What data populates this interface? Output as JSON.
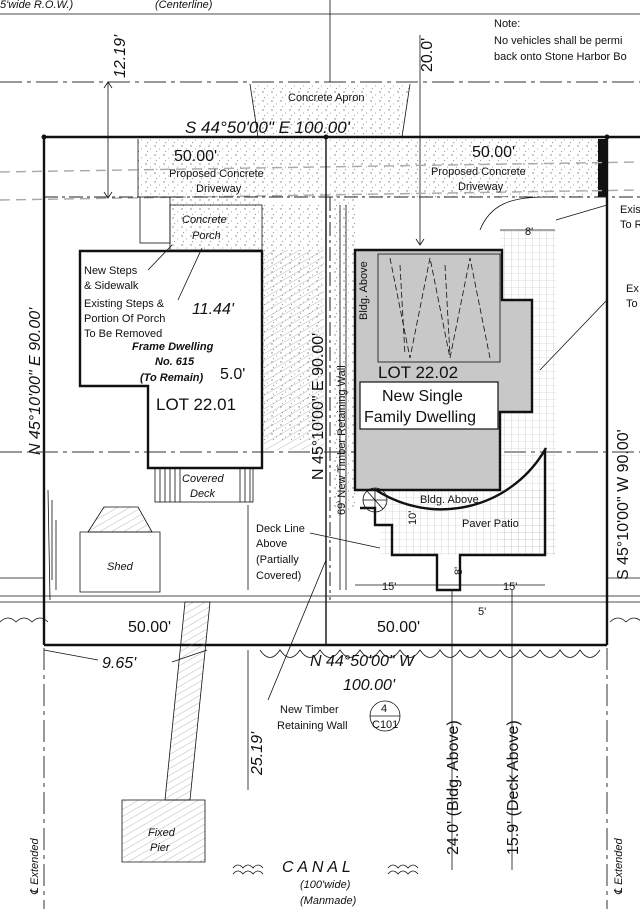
{
  "top_strip": {
    "row_label": "5'wide R.O.W.)",
    "centerline_label": "(Centerline)"
  },
  "note": {
    "title": "Note:",
    "line1": "No vehicles shall be permi",
    "line2": "back onto Stone Harbor Bo"
  },
  "dimensions": {
    "front_setback": "12.19'",
    "apron_depth": "20.0'",
    "west_lot_width_front": "50.00'",
    "east_lot_width_front": "50.00'",
    "west_lot_width_rear": "50.00'",
    "east_lot_width_rear": "50.00'",
    "porch_offset": "11.44'",
    "side_offset": "5.0'",
    "rear_left": "9.65'",
    "rear_setback": "25.19'",
    "patio_depth": "10'",
    "step_depth": "8'",
    "patio_left_width": "15'",
    "patio_right_width": "15'",
    "step_width": "5'",
    "driveway_offset": "8'",
    "bldg_above": "24.0' (Bldg. Above)",
    "deck_above": "15.9' (Deck Above)"
  },
  "bearings": {
    "top": "S 44°50'00\" E    100.00'",
    "bottom_bearing": "N 44°50'00\" W",
    "bottom_distance": "100.00'",
    "left": "N 45°10'00\" E 90.00'",
    "center": "N 45°10'00\" E 90.00'",
    "right": "S 45°10'00\" W 90.00'"
  },
  "labels": {
    "concrete_apron": "Concrete Apron",
    "driveway_line1": "Proposed Concrete",
    "driveway_line2": "Driveway",
    "porch_line1": "Concrete",
    "porch_line2": "Porch",
    "new_steps_line1": "New Steps",
    "new_steps_line2": "& Sidewalk",
    "existing_steps_line1": "Existing Steps &",
    "existing_steps_line2": "Portion Of Porch",
    "existing_steps_line3": "To Be Removed",
    "frame_line1": "Frame Dwelling",
    "frame_line2": "No. 615",
    "frame_line3": "(To Remain)",
    "lot_west": "LOT 22.01",
    "lot_east": "LOT 22.02",
    "new_dwelling_line1": "New Single",
    "new_dwelling_line2": "Family Dwelling",
    "bldg_above_vertical": "Bldg. Above",
    "bldg_above_arc": "Bldg. Above",
    "covered_deck_line1": "Covered",
    "covered_deck_line2": "Deck",
    "shed": "Shed",
    "deck_line1": "Deck Line",
    "deck_line2": "Above",
    "deck_line3": "(Partially",
    "deck_line4": "Covered)",
    "paver_patio": "Paver Patio",
    "retaining_wall_vertical": "69' New Timber Retaining Wall",
    "timber_wall_line1": "New Timber",
    "timber_wall_line2": "Retaining Wall",
    "detail_number": "4",
    "detail_sheet": "C101",
    "existing_right_line1": "Exis",
    "existing_right_line2": "To R",
    "existing_right2_line1": "Ex",
    "existing_right2_line2": "To",
    "fixed_pier_line1": "Fixed",
    "fixed_pier_line2": "Pier",
    "canal": "C A N A L",
    "canal_width": "(100'wide)",
    "canal_type": "(Manmade)",
    "cl_extended_left": "℄ Extended",
    "cl_extended_right": "℄ Extended"
  },
  "colors": {
    "line": "#111111",
    "building_fill": "#c8c8c8",
    "hatch": "#777777"
  }
}
